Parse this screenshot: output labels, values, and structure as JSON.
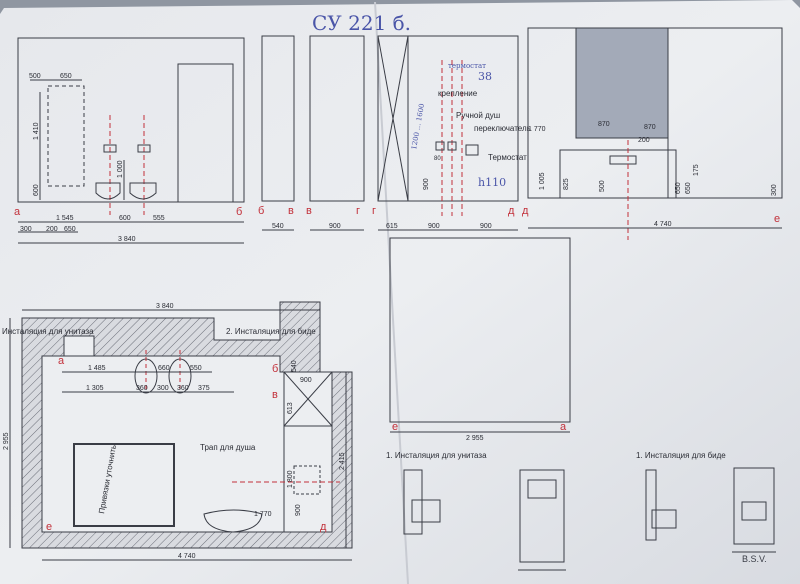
{
  "header": {
    "stamp": "СУ 221 б."
  },
  "elevations": {
    "ab": {
      "start_letter": "а",
      "end_letter": "б",
      "dims_top": [
        "500",
        "650"
      ],
      "dim_height_1410": "1 410",
      "dim_600": "600",
      "dim_1000": "1 000",
      "bottom_row1": [
        "1 545",
        "600",
        "555"
      ],
      "bottom_row2": [
        "300",
        "200",
        "650"
      ],
      "total": "3 840"
    },
    "bv": {
      "start_letter": "б",
      "end_letter": "в",
      "width": "540"
    },
    "vg": {
      "start_letter": "в",
      "end_letter": "г",
      "width": "900"
    },
    "gd": {
      "start_letter": "г",
      "end_letter": "д",
      "widths": [
        "615",
        "900",
        "900"
      ],
      "dim_900": "900",
      "labels": {
        "fastening": "крепление",
        "hand_shower": "Ручной душ",
        "switch": "переключатель",
        "thermostat": "Термостат"
      },
      "dim_80": "80",
      "handwritten": {
        "note_top": "термостат",
        "note_38": "38",
        "note_h110": "h110",
        "vertical_note": "1200 ... 1600"
      }
    },
    "de": {
      "start_letter": "д",
      "end_letter": "е",
      "dim_1770": "1 770",
      "dims_870": [
        "870",
        "870"
      ],
      "dim_200": "200",
      "heights": [
        "1 005",
        "825",
        "500",
        "650",
        "650",
        "175"
      ],
      "dim_300": "300",
      "total": "4 740"
    }
  },
  "floor_plan": {
    "top_total": "3 840",
    "installation_wc": "Инсталяция для унитаза",
    "installation_bidet": "2. Инсталяция для биде",
    "row1": [
      "1 485",
      "660",
      "550"
    ],
    "row2": [
      "1 305",
      "360",
      "300",
      "360",
      "375"
    ],
    "dim_900": "900",
    "dim_540": "540",
    "dim_613": "613",
    "dim_2955": "2 955",
    "dim_2415": "2 415",
    "dim_1800": "1 800",
    "dim_900_lower": "900",
    "dim_1770": "1 770",
    "bottom_total": "4 740",
    "shower_drain": "Трап для душа",
    "tile_label": "Привязки уточнить",
    "letters": {
      "a": "а",
      "b": "б",
      "v": "в",
      "e": "е",
      "d": "д"
    }
  },
  "right_panel": {
    "letter_left": "е",
    "letter_right": "а",
    "width": "2 955"
  },
  "details": {
    "wc_title": "1. Инсталяция для унитаза",
    "bidet_title": "1. Инсталяция для биде",
    "signature": "B.S.V."
  }
}
